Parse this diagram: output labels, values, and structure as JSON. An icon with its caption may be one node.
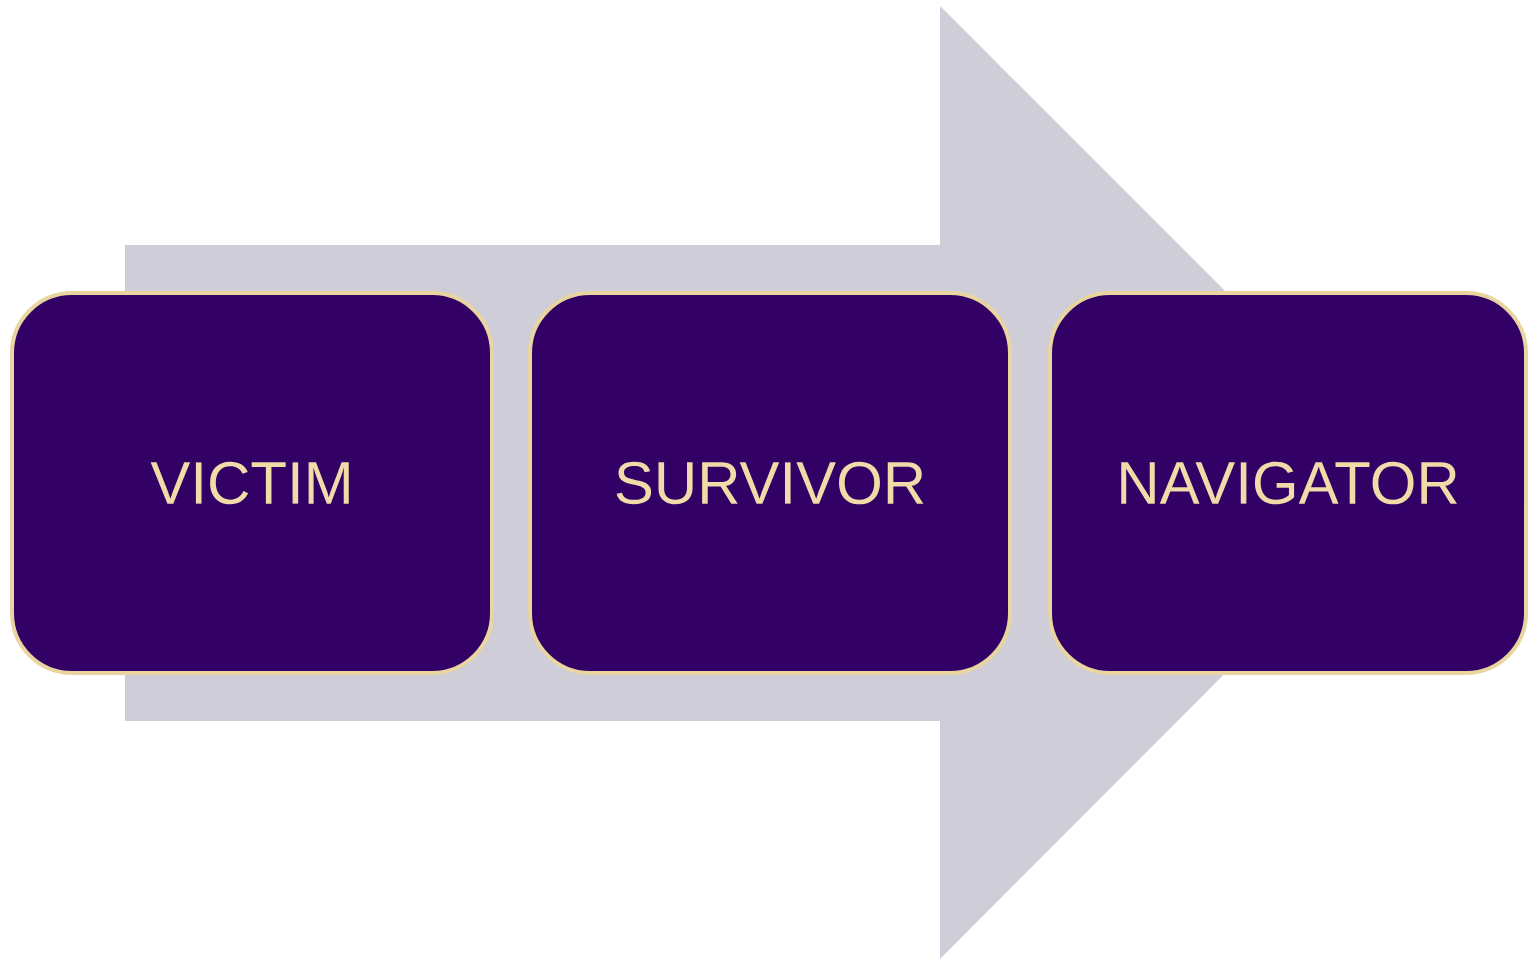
{
  "diagram": {
    "nodes": [
      {
        "text": [
          "VICTIM"
        ]
      },
      {
        "text": [
          "SURVIVOR"
        ]
      },
      {
        "text": [
          "NAVIGATOR"
        ]
      }
    ],
    "edges": [
      {
        "from": 0,
        "to": 2,
        "arrow": "to"
      }
    ]
  }
}
